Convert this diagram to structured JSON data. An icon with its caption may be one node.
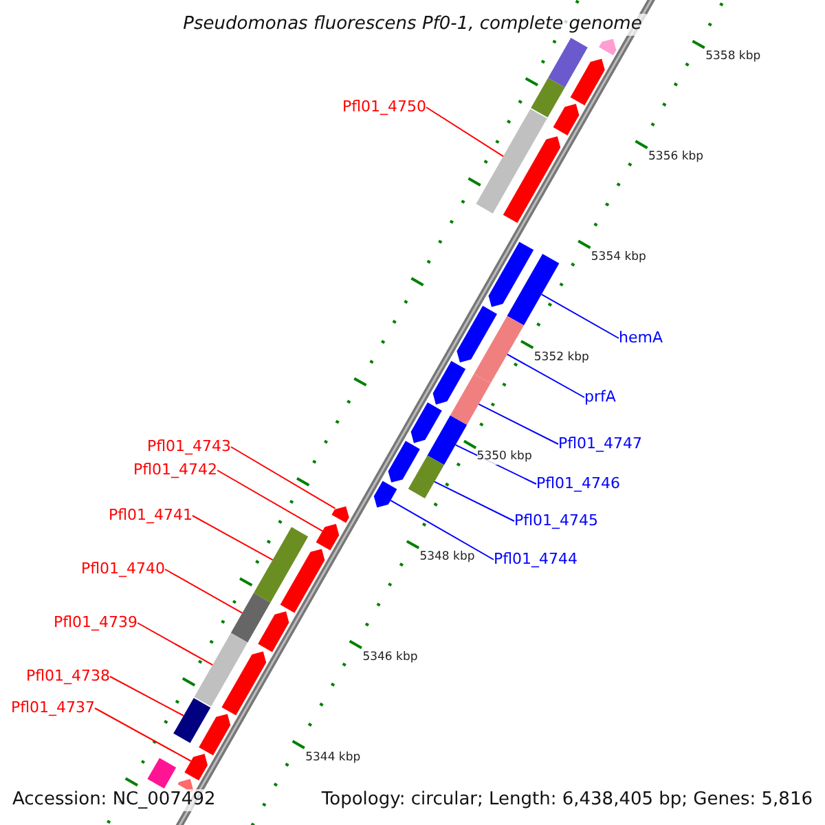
{
  "diagram": {
    "title": "Pseudomonas fluorescens Pf0-1, complete genome",
    "nodes": [
      {
        "text": [
          "Pfl01_4750"
        ]
      },
      {
        "text": [],
        "shape": "bar"
      },
      {
        "text": [
          "hemA"
        ]
      },
      {
        "text": [],
        "shape": "bar"
      },
      {
        "text": [
          "prfA"
        ]
      },
      {
        "text": [],
        "shape": "bar"
      },
      {
        "text": [
          "Pfl01_4747"
        ]
      },
      {
        "text": [],
        "shape": "bar"
      },
      {
        "text": [
          "Pfl01_4743"
        ]
      },
      {
        "text": [],
        "shape": "arrow"
      },
      {
        "text": [
          "Pfl01_4742"
        ]
      },
      {
        "text": [],
        "shape": "arrow"
      },
      {
        "text": [
          "Pfl01_4746"
        ]
      },
      {
        "text": [],
        "shape": "bar"
      },
      {
        "text": [
          "Pfl01_4741"
        ]
      },
      {
        "text": [],
        "shape": "bar"
      },
      {
        "text": [
          "Pfl01_4745"
        ]
      },
      {
        "text": [],
        "shape": "bar"
      },
      {
        "text": [
          "Pfl01_4744"
        ]
      },
      {
        "text": [],
        "shape": "arrow"
      },
      {
        "text": [
          "Pfl01_4740"
        ]
      },
      {
        "text": [],
        "shape": "bar"
      },
      {
        "text": [
          "Pfl01_4739"
        ]
      },
      {
        "text": [],
        "shape": "bar"
      },
      {
        "text": [
          "Pfl01_4738"
        ]
      },
      {
        "text": [],
        "shape": "bar"
      },
      {
        "text": [
          "Pfl01_4737"
        ]
      },
      {
        "text": [],
        "shape": "arrow"
      },
      {
        "text": [],
        "shape": "arrow"
      },
      {
        "text": [],
        "shape": "bar"
      },
      {
        "text": [],
        "shape": "arrow"
      },
      {
        "text": [],
        "shape": "bar"
      },
      {
        "text": [],
        "shape": "arrow"
      },
      {
        "text": [],
        "shape": "arrow"
      },
      {
        "text": [],
        "shape": "arrow"
      },
      {
        "text": [],
        "shape": "arrow"
      },
      {
        "text": [],
        "shape": "arrow"
      },
      {
        "text": [],
        "shape": "arrow"
      },
      {
        "text": [],
        "shape": "arrow"
      },
      {
        "text": [],
        "shape": "arrow"
      },
      {
        "text": [],
        "shape": "arrow"
      },
      {
        "text": [],
        "shape": "arrow"
      },
      {
        "text": [],
        "shape": "arrow"
      },
      {
        "text": [],
        "shape": "bar"
      },
      {
        "text": [],
        "shape": "arrow"
      }
    ],
    "edges": [
      {
        "from": 0,
        "to": 1,
        "arrow": "none"
      },
      {
        "from": 2,
        "to": 3,
        "arrow": "none",
        "color": "#0000ff"
      },
      {
        "from": 4,
        "to": 5,
        "arrow": "none",
        "color": "#0000ff"
      },
      {
        "from": 6,
        "to": 7,
        "arrow": "none",
        "color": "#0000ff"
      },
      {
        "from": 8,
        "to": 9,
        "arrow": "none"
      },
      {
        "from": 10,
        "to": 11,
        "arrow": "none"
      },
      {
        "from": 12,
        "to": 13,
        "arrow": "none",
        "color": "#0000ff"
      },
      {
        "from": 14,
        "to": 15,
        "arrow": "none"
      },
      {
        "from": 16,
        "to": 17,
        "arrow": "none",
        "color": "#0000ff"
      },
      {
        "from": 18,
        "to": 19,
        "arrow": "none",
        "color": "#0000ff"
      },
      {
        "from": 20,
        "to": 21,
        "arrow": "none"
      },
      {
        "from": 22,
        "to": 23,
        "arrow": "none"
      },
      {
        "from": 24,
        "to": 25,
        "arrow": "none"
      },
      {
        "from": 26,
        "to": 27,
        "arrow": "none"
      }
    ],
    "labels": [
      "5358 kbp",
      "5356 kbp",
      "5354 kbp",
      "5352 kbp",
      "5350 kbp",
      "5348 kbp",
      "5346 kbp",
      "5344 kbp",
      "Accession: NC_007492",
      "Topology: circular; Length: 6,438,405 bp; Genes: 5,816"
    ]
  }
}
